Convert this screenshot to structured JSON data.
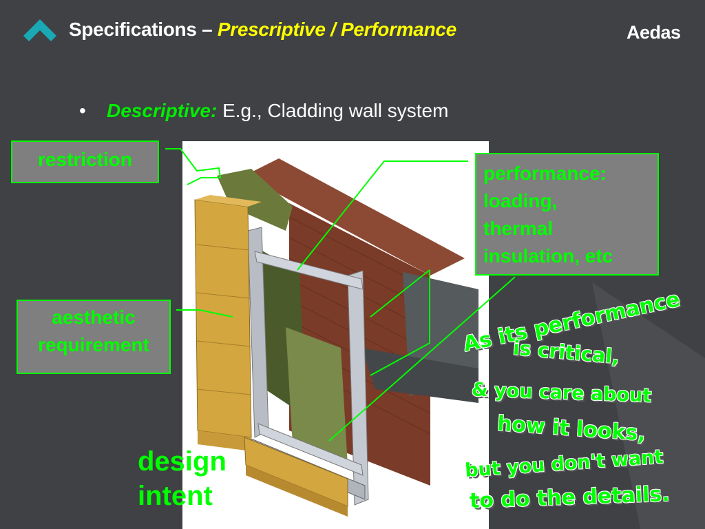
{
  "header": {
    "title_prefix": "Specifications – ",
    "title_highlight": "Prescriptive / Performance",
    "brand": "Aedas"
  },
  "bullet": {
    "term": "Descriptive:",
    "text": " E.g., Cladding wall system"
  },
  "labels": {
    "restriction": "restriction",
    "aesthetic_line1": "aesthetic",
    "aesthetic_line2": "requirement",
    "performance_lines": [
      "performance:",
      "loading,",
      "thermal",
      "insulation, etc"
    ],
    "design_line1": "design",
    "design_line2": "intent"
  },
  "wordart": {
    "lines": [
      "As its performance",
      "is critical,",
      "& you care about",
      "how it looks,",
      "but you don't want",
      "to do the details."
    ]
  },
  "colors": {
    "background": "#3f4144",
    "accent_green": "#00ff00",
    "title_yellow": "#ffff00",
    "logo_teal": "#1aa8b4",
    "label_fill": "#7f7f7f"
  },
  "icons": {
    "logo": "chevron-up-logo-icon"
  }
}
